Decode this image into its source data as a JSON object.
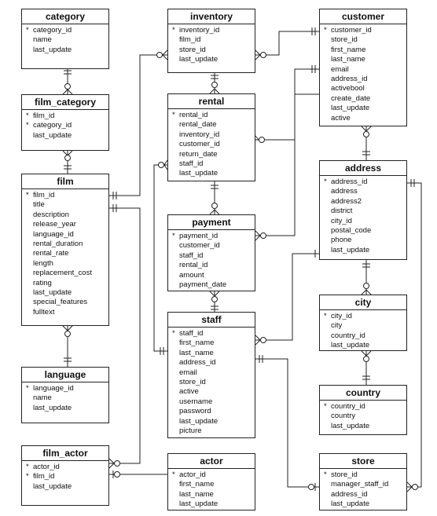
{
  "entities": {
    "category": {
      "name": "category",
      "fields": [
        {
          "text": "category_id",
          "pk": true
        },
        {
          "text": "name",
          "pk": false
        },
        {
          "text": "last_update",
          "pk": false
        }
      ]
    },
    "film_category": {
      "name": "film_category",
      "fields": [
        {
          "text": "film_id",
          "pk": true
        },
        {
          "text": "category_id",
          "pk": true
        },
        {
          "text": "last_update",
          "pk": false
        }
      ]
    },
    "film": {
      "name": "film",
      "fields": [
        {
          "text": "film_id",
          "pk": true
        },
        {
          "text": "title",
          "pk": false
        },
        {
          "text": "description",
          "pk": false
        },
        {
          "text": "release_year",
          "pk": false
        },
        {
          "text": "language_id",
          "pk": false
        },
        {
          "text": "rental_duration",
          "pk": false
        },
        {
          "text": "rental_rate",
          "pk": false
        },
        {
          "text": "length",
          "pk": false
        },
        {
          "text": "replacement_cost",
          "pk": false
        },
        {
          "text": "rating",
          "pk": false
        },
        {
          "text": "last_update",
          "pk": false
        },
        {
          "text": "special_features",
          "pk": false
        },
        {
          "text": "fulltext",
          "pk": false
        }
      ]
    },
    "language": {
      "name": "language",
      "fields": [
        {
          "text": "language_id",
          "pk": true
        },
        {
          "text": "name",
          "pk": false
        },
        {
          "text": "last_update",
          "pk": false
        }
      ]
    },
    "film_actor": {
      "name": "film_actor",
      "fields": [
        {
          "text": "actor_id",
          "pk": true
        },
        {
          "text": "film_id",
          "pk": true
        },
        {
          "text": "last_update",
          "pk": false
        }
      ]
    },
    "inventory": {
      "name": "inventory",
      "fields": [
        {
          "text": "inventory_id",
          "pk": true
        },
        {
          "text": "film_id",
          "pk": false
        },
        {
          "text": "store_id",
          "pk": false
        },
        {
          "text": "last_update",
          "pk": false
        }
      ]
    },
    "rental": {
      "name": "rental",
      "fields": [
        {
          "text": "rental_id",
          "pk": true
        },
        {
          "text": "rental_date",
          "pk": false
        },
        {
          "text": "inventory_id",
          "pk": false
        },
        {
          "text": "customer_id",
          "pk": false
        },
        {
          "text": "return_date",
          "pk": false
        },
        {
          "text": "staff_id",
          "pk": false
        },
        {
          "text": "last_update",
          "pk": false
        }
      ]
    },
    "payment": {
      "name": "payment",
      "fields": [
        {
          "text": "payment_id",
          "pk": true
        },
        {
          "text": "customer_id",
          "pk": false
        },
        {
          "text": "staff_id",
          "pk": false
        },
        {
          "text": "rental_id",
          "pk": false
        },
        {
          "text": "amount",
          "pk": false
        },
        {
          "text": "payment_date",
          "pk": false
        }
      ]
    },
    "staff": {
      "name": "staff",
      "fields": [
        {
          "text": "staff_id",
          "pk": true
        },
        {
          "text": "first_name",
          "pk": false
        },
        {
          "text": "last_name",
          "pk": false
        },
        {
          "text": "address_id",
          "pk": false
        },
        {
          "text": "email",
          "pk": false
        },
        {
          "text": "store_id",
          "pk": false
        },
        {
          "text": "active",
          "pk": false
        },
        {
          "text": "username",
          "pk": false
        },
        {
          "text": "password",
          "pk": false
        },
        {
          "text": "last_update",
          "pk": false
        },
        {
          "text": "picture",
          "pk": false
        }
      ]
    },
    "actor": {
      "name": "actor",
      "fields": [
        {
          "text": "actor_id",
          "pk": true
        },
        {
          "text": "first_name",
          "pk": false
        },
        {
          "text": "last_name",
          "pk": false
        },
        {
          "text": "last_update",
          "pk": false
        }
      ]
    },
    "customer": {
      "name": "customer",
      "fields": [
        {
          "text": "customer_id",
          "pk": true
        },
        {
          "text": "store_id",
          "pk": false
        },
        {
          "text": "first_name",
          "pk": false
        },
        {
          "text": "last_name",
          "pk": false
        },
        {
          "text": "email",
          "pk": false
        },
        {
          "text": "address_id",
          "pk": false
        },
        {
          "text": "activebool",
          "pk": false
        },
        {
          "text": "create_date",
          "pk": false
        },
        {
          "text": "last_update",
          "pk": false
        },
        {
          "text": "active",
          "pk": false
        }
      ]
    },
    "address": {
      "name": "address",
      "fields": [
        {
          "text": "address_id",
          "pk": true
        },
        {
          "text": "address",
          "pk": false
        },
        {
          "text": "address2",
          "pk": false
        },
        {
          "text": "district",
          "pk": false
        },
        {
          "text": "city_id",
          "pk": false
        },
        {
          "text": "postal_code",
          "pk": false
        },
        {
          "text": "phone",
          "pk": false
        },
        {
          "text": "last_update",
          "pk": false
        }
      ]
    },
    "city": {
      "name": "city",
      "fields": [
        {
          "text": "city_id",
          "pk": true
        },
        {
          "text": "city",
          "pk": false
        },
        {
          "text": "country_id",
          "pk": false
        },
        {
          "text": "last_update",
          "pk": false
        }
      ]
    },
    "country": {
      "name": "country",
      "fields": [
        {
          "text": "country_id",
          "pk": true
        },
        {
          "text": "country",
          "pk": false
        },
        {
          "text": "last_update",
          "pk": false
        }
      ]
    },
    "store": {
      "name": "store",
      "fields": [
        {
          "text": "store_id",
          "pk": true
        },
        {
          "text": "manager_staff_id",
          "pk": false
        },
        {
          "text": "address_id",
          "pk": false
        },
        {
          "text": "last_update",
          "pk": false
        }
      ]
    }
  },
  "pk_marker": "*",
  "relationships": [
    {
      "from": "category",
      "to": "film_category",
      "from_end": "one",
      "to_end": "zero-or-many"
    },
    {
      "from": "film_category",
      "to": "film",
      "from_end": "zero-or-many",
      "to_end": "one"
    },
    {
      "from": "film",
      "to": "language",
      "from_end": "zero-or-many",
      "to_end": "one"
    },
    {
      "from": "film",
      "to": "inventory",
      "from_end": "one",
      "to_end": "zero-or-many"
    },
    {
      "from": "film",
      "to": "film_actor",
      "from_end": "one",
      "to_end": "zero-or-many"
    },
    {
      "from": "actor",
      "to": "film_actor",
      "from_end": "one",
      "to_end": "zero-or-many"
    },
    {
      "from": "inventory",
      "to": "rental",
      "from_end": "one",
      "to_end": "zero-or-many"
    },
    {
      "from": "rental",
      "to": "payment",
      "from_end": "one",
      "to_end": "zero-or-many"
    },
    {
      "from": "payment",
      "to": "staff",
      "from_end": "zero-or-many",
      "to_end": "one"
    },
    {
      "from": "customer",
      "to": "inventory",
      "from_end": "one",
      "to_end": "zero-or-many"
    },
    {
      "from": "customer",
      "to": "rental",
      "from_end": "one",
      "to_end": "zero-or-many"
    },
    {
      "from": "customer",
      "to": "payment",
      "from_end": "one",
      "to_end": "zero-or-many"
    },
    {
      "from": "customer",
      "to": "address",
      "from_end": "zero-or-many",
      "to_end": "one"
    },
    {
      "from": "address",
      "to": "city",
      "from_end": "one",
      "to_end": "zero-or-many"
    },
    {
      "from": "city",
      "to": "country",
      "from_end": "zero-or-many",
      "to_end": "one"
    },
    {
      "from": "address",
      "to": "staff",
      "from_end": "one",
      "to_end": "zero-or-many"
    },
    {
      "from": "address",
      "to": "store",
      "from_end": "one",
      "to_end": "zero-or-many"
    },
    {
      "from": "staff",
      "to": "rental",
      "from_end": "one",
      "to_end": "zero-or-many"
    },
    {
      "from": "staff",
      "to": "store",
      "from_end": "one",
      "to_end": "zero-or-one"
    }
  ]
}
